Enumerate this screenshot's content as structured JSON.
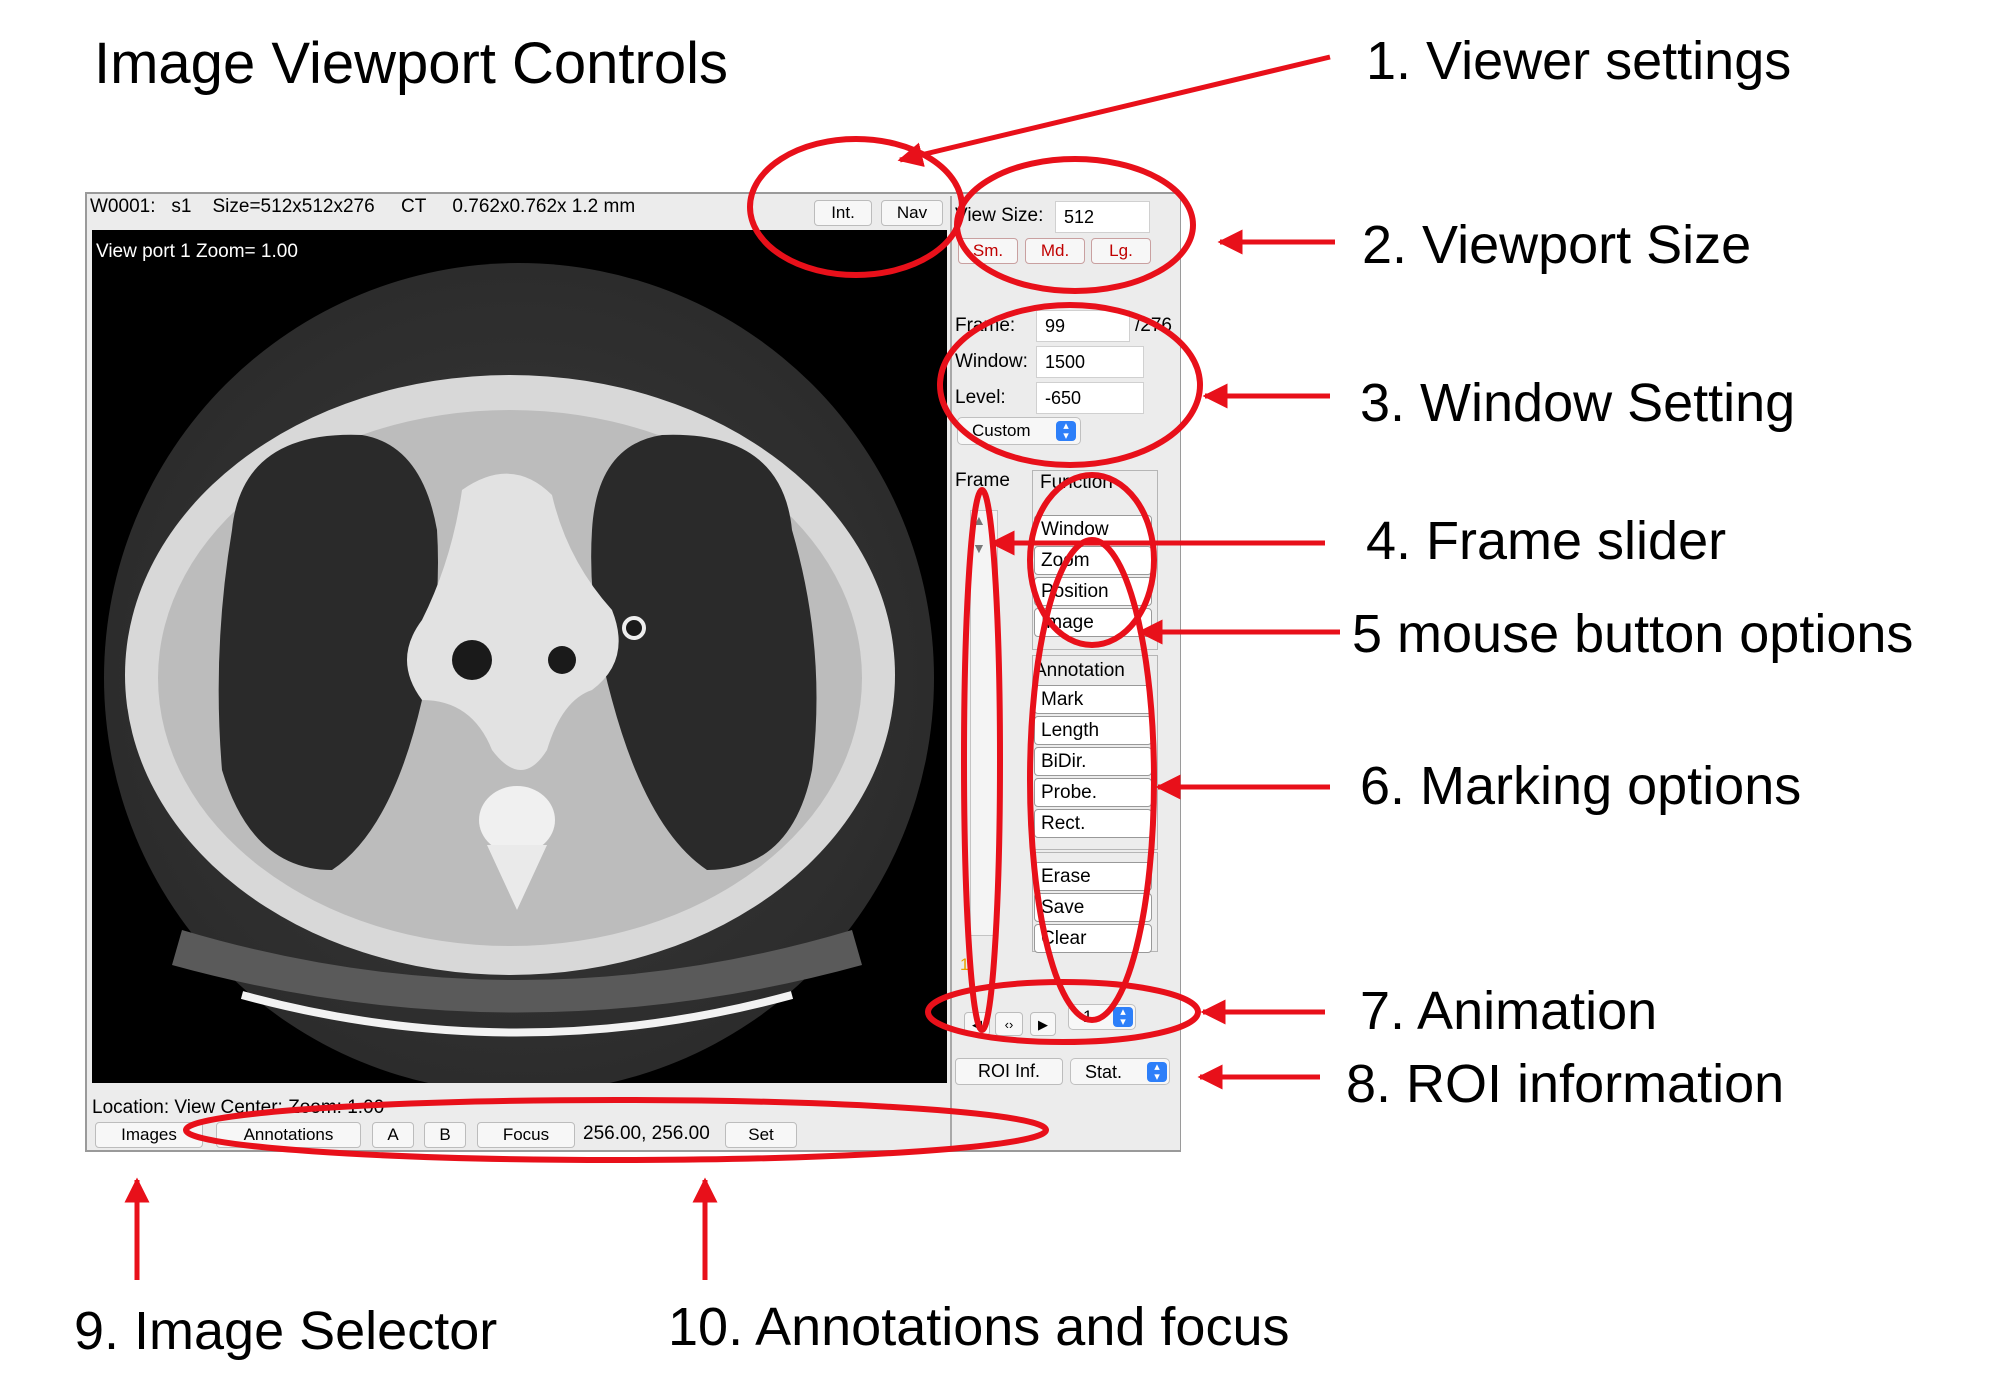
{
  "title": "Image Viewport Controls",
  "callouts": [
    "1. Viewer settings",
    "2. Viewport Size",
    "3. Window Setting",
    "4. Frame slider",
    "5 mouse button options",
    "6. Marking options",
    "7. Animation",
    "8. ROI information",
    "9. Image Selector",
    "10. Annotations and focus"
  ],
  "viewer": {
    "info_bar": "W0001:   s1    Size=512x512x276     CT     0.762x0.762x 1.2 mm",
    "int_label": "Int.",
    "nav_label": "Nav",
    "viewport_label": "View port 1 Zoom= 1.00",
    "location_text": "Location: View Center: Zoom: 1.00"
  },
  "panel": {
    "view_size_label": "View Size:",
    "view_size_value": "512",
    "size_buttons": [
      "Sm.",
      "Md.",
      "Lg."
    ],
    "frame_label": "Frame:",
    "frame_value": "99",
    "frame_total": "/276",
    "window_label": "Window:",
    "window_value": "1500",
    "level_label": "Level:",
    "level_value": "-650",
    "preset": "Custom",
    "frame_group_label": "Frame",
    "function_label": "Function",
    "function_buttons": [
      "Window",
      "Zoom",
      "Position",
      "Image"
    ],
    "annotation_label": "Annotation",
    "annotation_buttons": [
      "Mark",
      "Length",
      "BiDir.",
      "Probe.",
      "Rect."
    ],
    "edit_buttons": [
      "Erase",
      "Save",
      "Clear"
    ],
    "slider_value": "1",
    "anim_speed": "1",
    "roi_button": "ROI Inf.",
    "stat_select": "Stat."
  },
  "bottom": {
    "images_label": "Images",
    "annotations_label": "Annotations",
    "a_label": "A",
    "b_label": "B",
    "focus_label": "Focus",
    "focus_coords": "256.00, 256.00",
    "set_label": "Set"
  },
  "colors": {
    "annotation_red": "#e8101a",
    "window_bg": "#ececec",
    "preset_icon_blue": "#2d7ff9"
  }
}
